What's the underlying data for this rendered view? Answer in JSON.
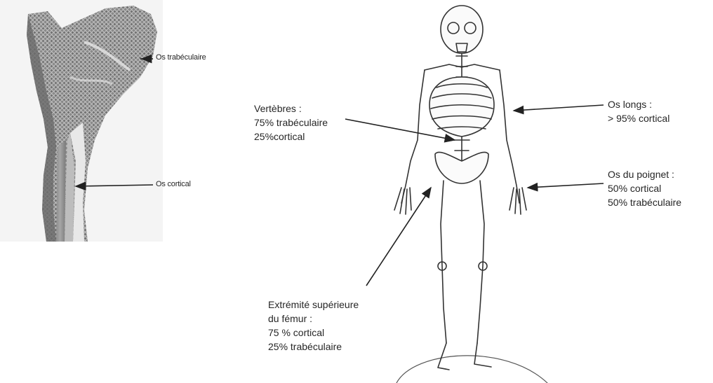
{
  "femur": {
    "trabecular_label": "Os trabéculaire",
    "cortical_label": "Os cortical"
  },
  "annotations": {
    "vertebres": [
      "Vertèbres :",
      "75% trabéculaire",
      "25%cortical"
    ],
    "os_longs": [
      "Os longs :",
      "> 95% cortical"
    ],
    "poignet": [
      "Os du poignet :",
      "50% cortical",
      "50% trabéculaire"
    ],
    "femur_sup": [
      "Extrémité supérieure",
      "du fémur :",
      "75 % cortical",
      "25% trabéculaire"
    ]
  }
}
